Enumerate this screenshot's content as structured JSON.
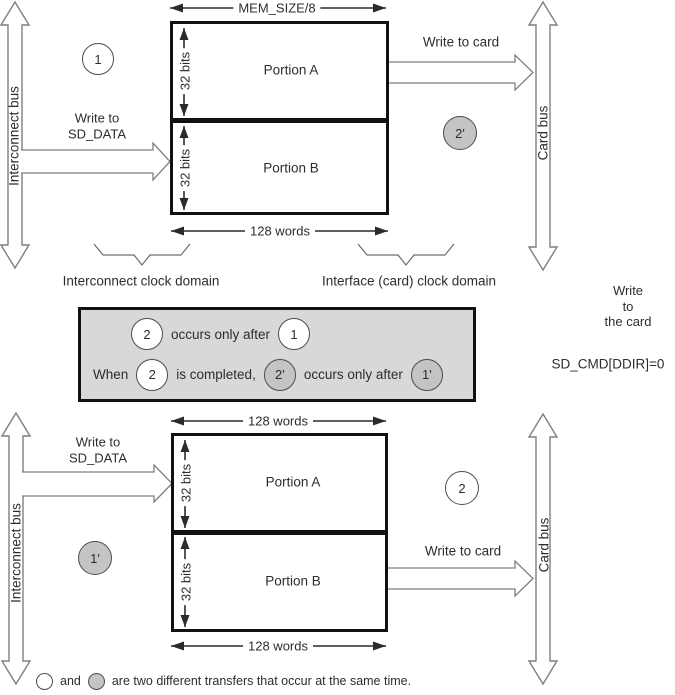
{
  "labels": {
    "interconnect_bus": "Interconnect bus",
    "card_bus": "Card bus",
    "write_to": "Write to",
    "sd_data": "SD_DATA",
    "write_to_card": "Write to card",
    "mem_size": "MEM_SIZE/8",
    "words_128": "128 words",
    "bits_32": "32 bits",
    "portion_a": "Portion A",
    "portion_b": "Portion B"
  },
  "steps": {
    "s1": "1",
    "s2": "2",
    "s1p": "1'",
    "s2p": "2'"
  },
  "clock_domains": {
    "interconnect": "Interconnect clock domain",
    "interface": "Interface (card) clock domain"
  },
  "note": {
    "occurs_only_after": "occurs only after",
    "when": "When",
    "is_completed": "is completed,"
  },
  "side": {
    "write": "Write",
    "to": "to",
    "the_card": "the card",
    "cmd": "SD_CMD[DDIR]=0"
  },
  "legend": {
    "and": "and",
    "text": "are two different transfers that  occur at the same time."
  },
  "colors": {
    "note_bg": "#d8d8d8",
    "step_gray": "#c4c4c4",
    "outline": "#7f7f7f"
  }
}
